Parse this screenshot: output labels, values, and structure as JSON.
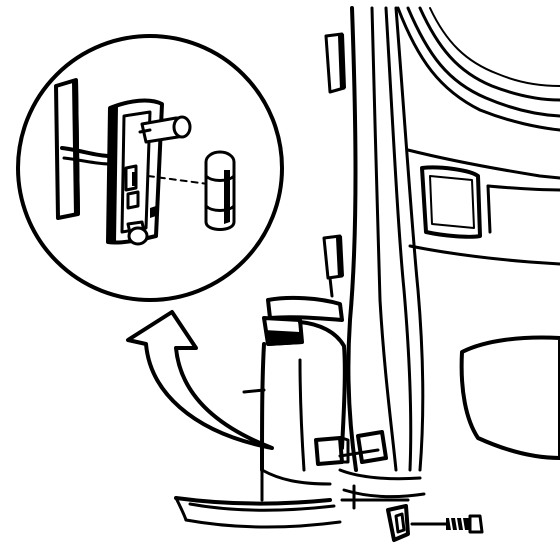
{
  "diagram": {
    "components": [
      {
        "id": "detail-magnifier",
        "kind": "callout-circle"
      },
      {
        "id": "lamp-socket-base",
        "kind": "part"
      },
      {
        "id": "cartridge-bulb",
        "kind": "part"
      },
      {
        "id": "wire-harness",
        "kind": "part"
      },
      {
        "id": "dome-lamp-housing",
        "kind": "part"
      },
      {
        "id": "door-pillar-panel",
        "kind": "part"
      },
      {
        "id": "retaining-clip",
        "kind": "fastener"
      },
      {
        "id": "mounting-screw",
        "kind": "fastener"
      },
      {
        "id": "direction-arrow",
        "kind": "annotation"
      }
    ],
    "colors": {
      "line": "#000000",
      "background": "#ffffff"
    }
  }
}
